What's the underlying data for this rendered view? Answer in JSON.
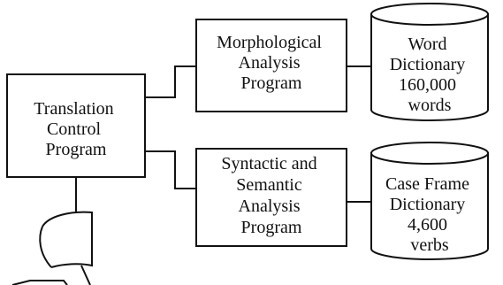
{
  "nodes": {
    "control": {
      "lines": [
        "Translation",
        "Control",
        "Program"
      ]
    },
    "morph": {
      "lines": [
        "Morphological",
        "Analysis",
        "Program"
      ]
    },
    "syntactic": {
      "lines": [
        "Syntactic and",
        "Semantic",
        "Analysis",
        "Program"
      ]
    },
    "word_dict": {
      "lines": [
        "Word",
        "Dictionary",
        "160,000",
        "words"
      ]
    },
    "case_dict": {
      "lines": [
        "Case Frame",
        "Dictionary",
        "4,600",
        "verbs"
      ]
    }
  },
  "edges": [
    {
      "from": "control",
      "to": "morph"
    },
    {
      "from": "control",
      "to": "syntactic"
    },
    {
      "from": "morph",
      "to": "word_dict"
    },
    {
      "from": "syntactic",
      "to": "case_dict"
    }
  ]
}
